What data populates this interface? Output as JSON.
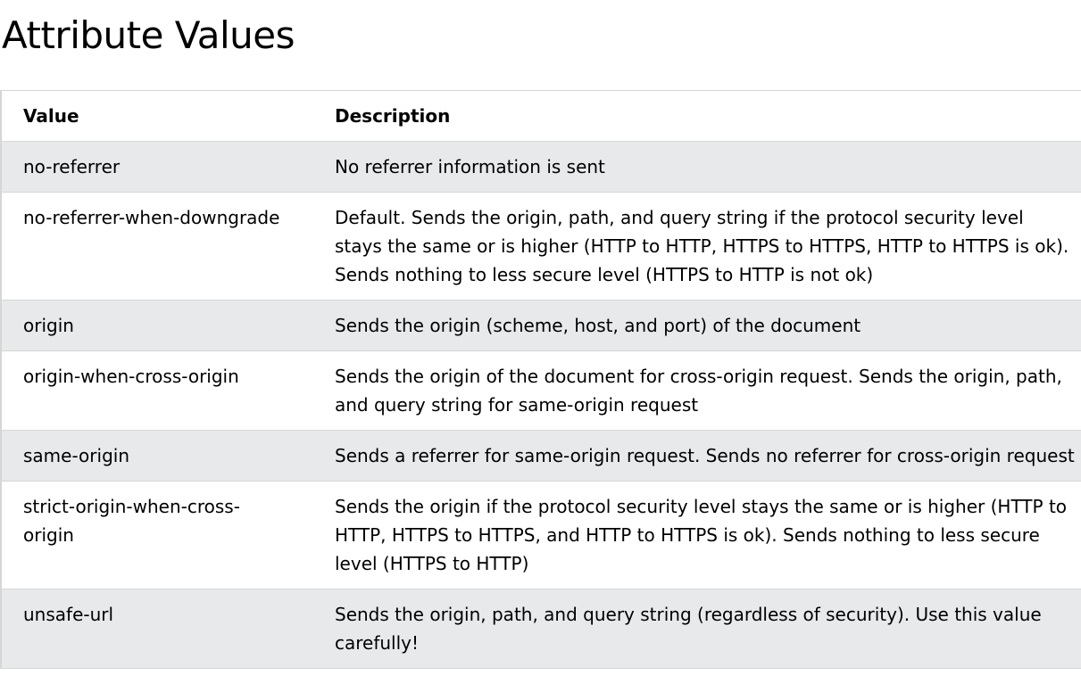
{
  "page": {
    "title": "Attribute Values"
  },
  "table": {
    "headers": {
      "value": "Value",
      "description": "Description"
    },
    "rows": [
      {
        "value": "no-referrer",
        "description": "No referrer information is sent"
      },
      {
        "value": "no-referrer-when-downgrade",
        "description": "Default. Sends the origin, path, and query string if the protocol security level stays the same or is higher (HTTP to HTTP, HTTPS to HTTPS, HTTP to HTTPS is ok). Sends nothing to less secure level (HTTPS to HTTP is not ok)"
      },
      {
        "value": "origin",
        "description": "Sends the origin (scheme, host, and port) of the document"
      },
      {
        "value": "origin-when-cross-origin",
        "description": "Sends the origin of the document for cross-origin request. Sends the origin, path, and query string for same-origin request"
      },
      {
        "value": "same-origin",
        "description": "Sends a referrer for same-origin request. Sends no referrer for cross-origin request"
      },
      {
        "value": "strict-origin-when-cross-origin",
        "description": "Sends the origin if the protocol security level stays the same or is higher (HTTP to HTTP, HTTPS to HTTPS, and HTTP to HTTPS is ok). Sends nothing to less secure level (HTTPS to HTTP)"
      },
      {
        "value": "unsafe-url",
        "description": "Sends the origin, path, and query string (regardless of security). Use this value carefully!"
      }
    ]
  },
  "colors": {
    "row_shaded": "#e7e9eb",
    "row_plain": "#ffffff",
    "border": "#d6d6d6",
    "text": "#000000"
  }
}
